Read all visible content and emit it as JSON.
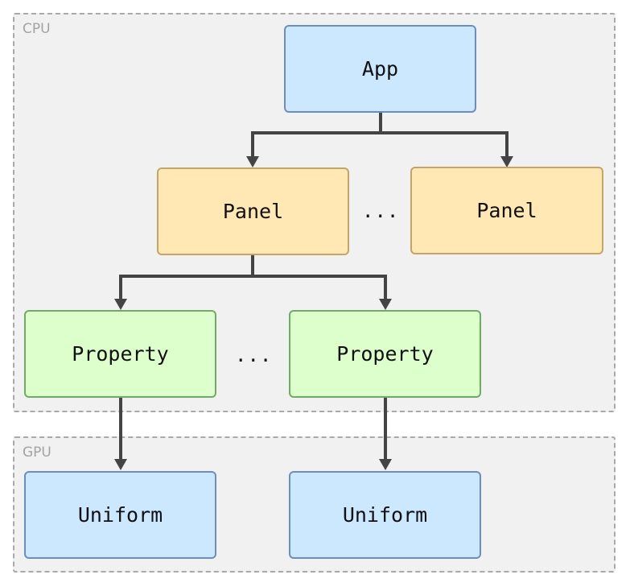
{
  "regions": {
    "cpu": {
      "label": "CPU"
    },
    "gpu": {
      "label": "GPU"
    }
  },
  "nodes": {
    "app": "App",
    "panel_left": "Panel",
    "panel_right": "Panel",
    "property_left": "Property",
    "property_right": "Property",
    "uniform_left": "Uniform",
    "uniform_right": "Uniform"
  },
  "ellipses": {
    "panels": "...",
    "properties": "..."
  },
  "colors": {
    "blue_fill": "#cce8ff",
    "yellow_fill": "#ffe8b3",
    "green_fill": "#ddffcc",
    "arrow": "#444444"
  }
}
